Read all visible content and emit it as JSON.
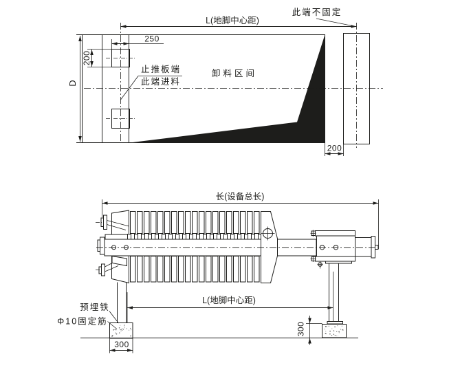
{
  "colors": {
    "line": "#1d1d1b",
    "background": "#ffffff",
    "wedge_fill": "#1d1d1b",
    "concrete_dot": "#6b6b6b"
  },
  "plan_view": {
    "dim_anchor_span": "L(地脚中心距)",
    "label_free_end": "此端不固定",
    "dim_pad_width": "250",
    "dim_pad_height": "200",
    "dim_width": "D",
    "label_thrust_line1": "止推板端",
    "label_thrust_line2": "此端进料",
    "label_discharge_zone": "卸料区间",
    "dim_end_gap": "200"
  },
  "elevation_view": {
    "dim_total_length": "长(设备总长)",
    "dim_anchor_span": "L(地脚中心距)",
    "label_embedded_plate": "预埋铁",
    "label_anchor_bar": "Φ10固定筋",
    "dim_foundation_width": "300",
    "dim_foundation_height": "300",
    "plate_count": 19,
    "handle_count": 20
  }
}
